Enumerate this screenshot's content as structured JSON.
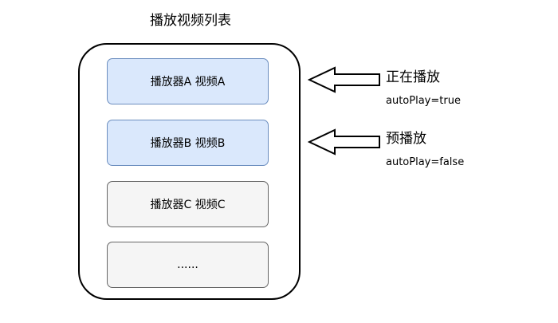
{
  "diagram": {
    "title": "播放视频列表",
    "items": [
      {
        "label": "播放器A 视频A",
        "style": "active",
        "fill": "#dae8fc",
        "stroke": "#6c8ebf"
      },
      {
        "label": "播放器B 视频B",
        "style": "active",
        "fill": "#dae8fc",
        "stroke": "#6c8ebf"
      },
      {
        "label": "播放器C 视频C",
        "style": "idle",
        "fill": "#f5f5f5",
        "stroke": "#666666"
      },
      {
        "label": "......",
        "style": "idle",
        "fill": "#f5f5f5",
        "stroke": "#666666"
      }
    ],
    "annotations": [
      {
        "label": "正在播放",
        "code": "autoPlay=true",
        "points_to": "播放器A 视频A",
        "icon": "left-arrow-icon"
      },
      {
        "label": "预播放",
        "code": "autoPlay=false",
        "points_to": "播放器B 视频B",
        "icon": "left-arrow-icon"
      }
    ]
  }
}
